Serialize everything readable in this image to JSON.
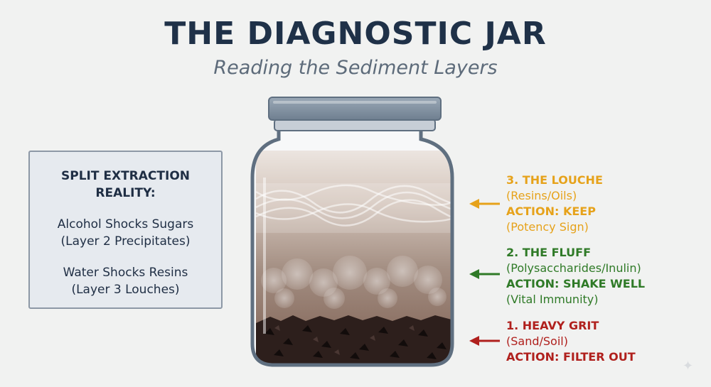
{
  "header": {
    "title": "THE DIAGNOSTIC JAR",
    "subtitle": "Reading the Sediment Layers"
  },
  "side_box": {
    "heading_line1": "SPLIT EXTRACTION",
    "heading_line2": "REALITY:",
    "item1_line1": "Alcohol Shocks Sugars",
    "item1_line2": "(Layer 2 Precipitates)",
    "item2_line1": "Water Shocks Resins",
    "item2_line2": "(Layer 3 Louches)"
  },
  "layers": [
    {
      "title": "3. THE LOUCHE",
      "content": "(Resins/Oils)",
      "action": "ACTION: KEEP",
      "note": "(Potency Sign)",
      "color": "#e6a21a"
    },
    {
      "title": "2. THE FLUFF",
      "content": "(Polysaccharides/Inulin)",
      "action": "ACTION: SHAKE WELL",
      "note": "(Vital Immunity)",
      "color": "#2f7a27"
    },
    {
      "title": "1. HEAVY GRIT",
      "content": "(Sand/Soil)",
      "action": "ACTION: FILTER OUT",
      "color": "#b0201d"
    }
  ],
  "jar": {
    "lid_color": "#7f8fa0",
    "glass_outline": "#5f6f80"
  }
}
